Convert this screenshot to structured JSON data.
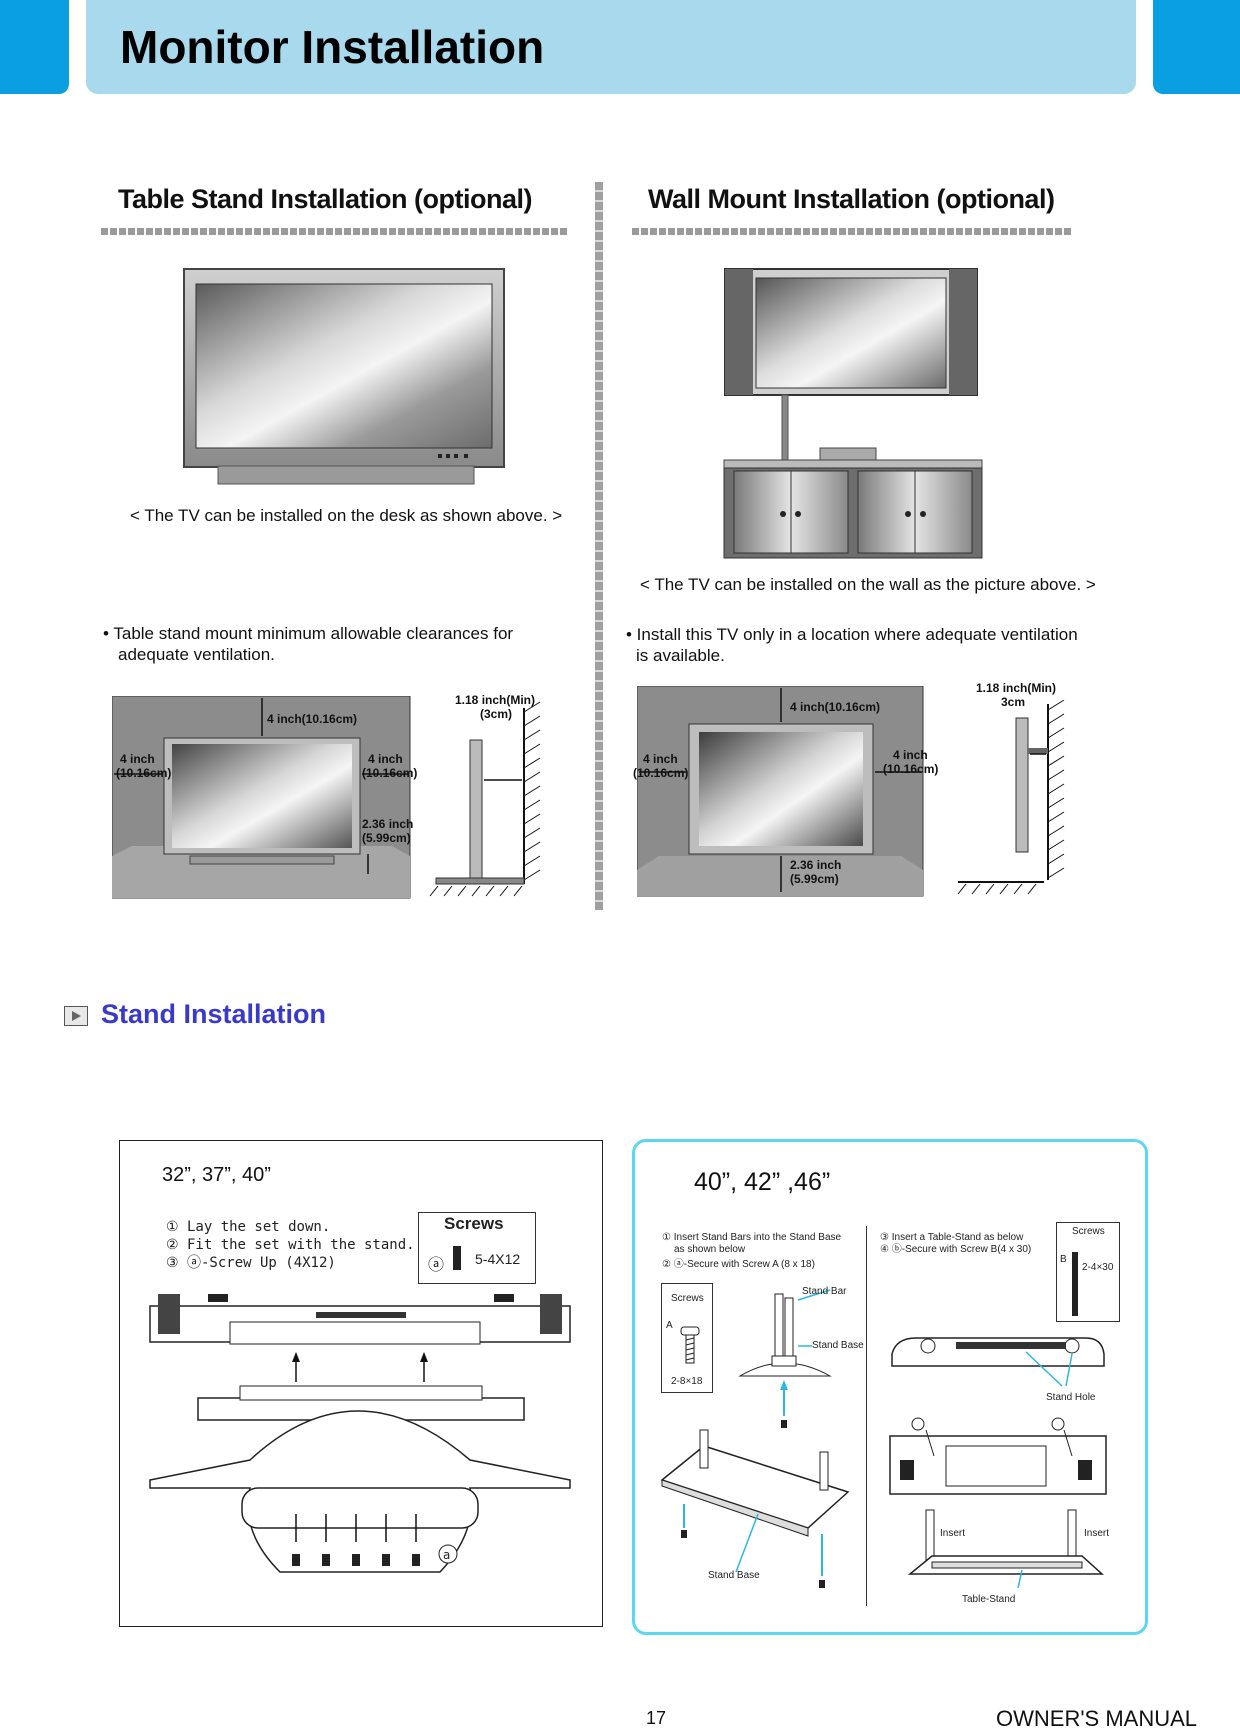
{
  "header": {
    "title": "Monitor Installation"
  },
  "table_stand": {
    "title": "Table Stand Installation (optional)",
    "caption": "< The TV can be installed on the desk as shown above. >",
    "note_line1": "• Table stand mount minimum allowable clearances for",
    "note_line2": "adequate ventilation.",
    "top_gap": "4 inch(10.16cm)",
    "left_gap_1": "4 inch",
    "left_gap_2": "(10.16cm)",
    "right_gap_1": "4 inch",
    "right_gap_2": "(10.16cm)",
    "bottom_gap_1": "2.36 inch",
    "bottom_gap_2": "(5.99cm)",
    "side_gap_1": "1.18 inch(Min)",
    "side_gap_2": "(3cm)"
  },
  "wall_mount": {
    "title": "Wall Mount Installation (optional)",
    "caption": "< The TV can be installed on the wall as the picture above. >",
    "note_line1": "• Install this TV only in a location where adequate ventilation",
    "note_line2": "is available.",
    "top_gap": "4 inch(10.16cm)",
    "left_gap_1": "4 inch",
    "left_gap_2": "(10.16cm)",
    "right_gap_1": "4 inch",
    "right_gap_2": "(10.16cm)",
    "bottom_gap_1": "2.36 inch",
    "bottom_gap_2": "(5.99cm)",
    "side_gap_1": "1.18 inch(Min)",
    "side_gap_2": "3cm"
  },
  "stand_installation": {
    "title": "Stand Installation",
    "left": {
      "sizes": "32”, 37”, 40”",
      "step1": "① Lay the set down.",
      "step2": "② Fit the set with the stand.",
      "step3": "③ ⓐ-Screw Up (4X12)",
      "screws_title": "Screws",
      "screws_spec": "5-4X12",
      "screw_mark": "ⓐ"
    },
    "right": {
      "sizes": "40”, 42” ,46”",
      "a_step1": "① Insert Stand Bars into the Stand Base",
      "a_step1b": "as shown below",
      "a_step2": "② ⓐ-Secure with Screw A (8 x 18)",
      "a_screws_title": "Screws",
      "a_screw_letter": "A",
      "a_screw_spec": "2-8×18",
      "stand_bar": "Stand Bar",
      "stand_base": "Stand Base",
      "stand_base_2": "Stand Base",
      "b_step3": "③ Insert a Table-Stand as below",
      "b_step4": "④ ⓑ-Secure with Screw B(4 x 30)",
      "b_screws_title": "Screws",
      "b_screw_letter": "B",
      "b_screw_spec": "2-4×30",
      "stand_hole": "Stand Hole",
      "insert_left": "Insert",
      "insert_right": "Insert",
      "table_stand": "Table-Stand"
    }
  },
  "footer": {
    "page": "17",
    "manual": "OWNER'S MANUAL"
  },
  "colors": {
    "header_blue": "#0a9fe0",
    "header_light": "#a8d9ec",
    "section_title": "#3a3ac8",
    "panel_border": "#5dd6ef"
  }
}
